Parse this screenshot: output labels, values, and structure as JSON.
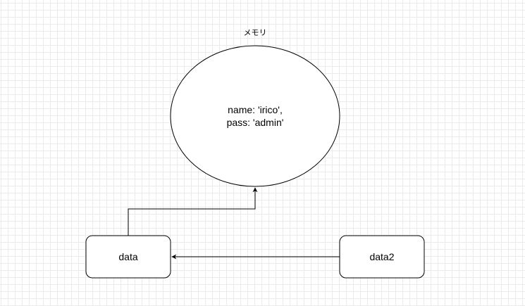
{
  "diagram": {
    "memory": {
      "caption": "メモリ",
      "lines": [
        "name: 'irico',",
        "pass: 'admin'"
      ]
    },
    "nodes": {
      "data": {
        "label": "data"
      },
      "data2": {
        "label": "data2"
      }
    },
    "edges": [
      {
        "from": "data",
        "to": "memory"
      },
      {
        "from": "data2",
        "to": "data"
      }
    ],
    "colors": {
      "stroke": "#000000",
      "fill": "#ffffff",
      "grid": "#ebebeb"
    }
  }
}
